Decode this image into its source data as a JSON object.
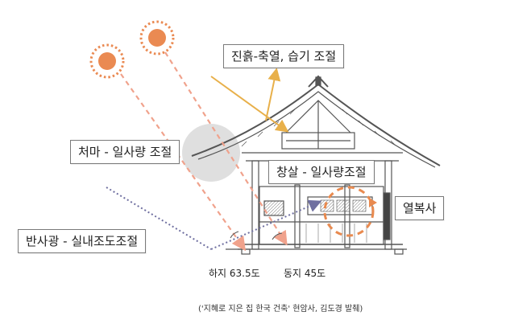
{
  "labels": {
    "earth_roof": "진흙-축열, 습기 조절",
    "eaves": "처마 - 일사량 조절",
    "window": "창살 - 일사량조절",
    "radiation": "열복사",
    "reflection": "반사광 - 실내조도조절"
  },
  "angles": {
    "summer": "하지 63.5도",
    "winter": "동지 45도"
  },
  "caption": "('지혜로 지은 집 한국 건축' 현암사, 김도경 발췌)",
  "colors": {
    "sun": "#ea8a52",
    "sun_ray": "#f0a28c",
    "heat_arrow": "#e8b04a",
    "reflect_line": "#6f6fa0",
    "radiation_circle": "#e98a4f",
    "eave_shadow": "#d9d9d9",
    "line_art": "#555555"
  },
  "icons": [
    "sun-icon",
    "sun-icon",
    "radiation-circle-arrow"
  ]
}
